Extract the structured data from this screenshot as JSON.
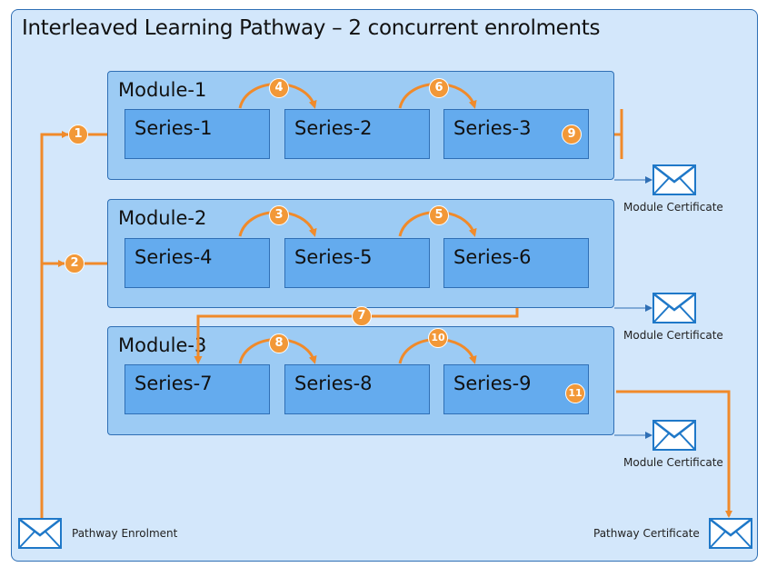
{
  "title": "Interleaved Learning Pathway – 2 concurrent enrolments",
  "modules": [
    {
      "label": "Module-1",
      "series": [
        "Series-1",
        "Series-2",
        "Series-3"
      ],
      "certificate": "Module Certificate"
    },
    {
      "label": "Module-2",
      "series": [
        "Series-4",
        "Series-5",
        "Series-6"
      ],
      "certificate": "Module Certificate"
    },
    {
      "label": "Module-3",
      "series": [
        "Series-7",
        "Series-8",
        "Series-9"
      ],
      "certificate": "Module Certificate"
    }
  ],
  "steps": [
    "1",
    "2",
    "3",
    "4",
    "5",
    "6",
    "7",
    "8",
    "9",
    "10",
    "11"
  ],
  "pathway_enrolment": "Pathway Enrolment",
  "pathway_certificate": "Pathway Certificate",
  "icons": {
    "envelope": "envelope-icon"
  },
  "colors": {
    "arrow": "#f08a2a",
    "background": "#d3e7fb",
    "module": "#9ccbf4",
    "series": "#64abee",
    "border": "#2f6fb5"
  }
}
